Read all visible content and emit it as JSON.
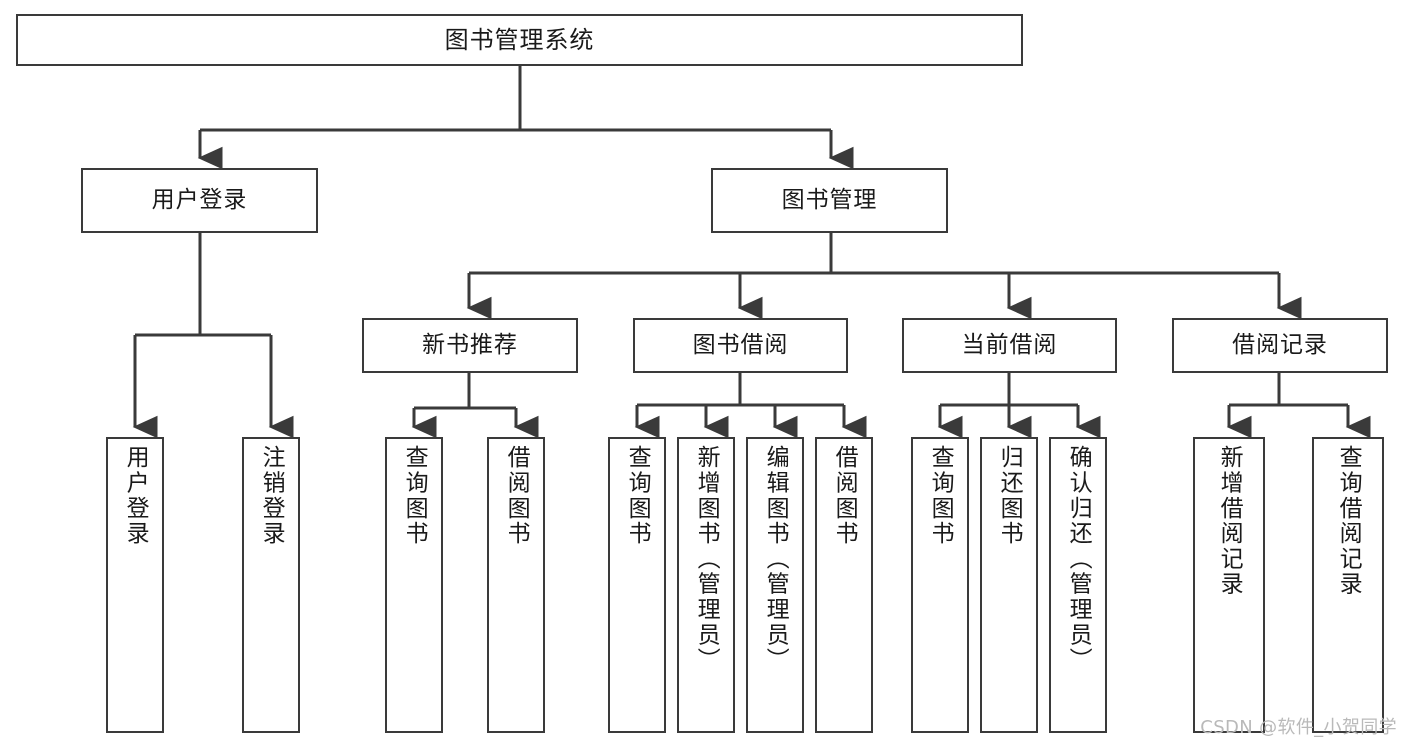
{
  "diagram": {
    "title": "图书管理系统",
    "watermark": "CSDN @软件_小贺同学",
    "colors": {
      "background": "#ffffff",
      "box_border": "#3a3a3a",
      "connector": "#3a3a3a",
      "text": "#1a1a1a",
      "watermark": "#b9b9b9"
    },
    "nodes": {
      "root": {
        "label": "图书管理系统"
      },
      "level2": [
        {
          "id": "user-login",
          "label": "用户登录"
        },
        {
          "id": "book-management",
          "label": "图书管理"
        }
      ],
      "level3": [
        {
          "id": "new-book-recommend",
          "label": "新书推荐"
        },
        {
          "id": "book-borrow",
          "label": "图书借阅"
        },
        {
          "id": "current-borrow",
          "label": "当前借阅"
        },
        {
          "id": "borrow-record",
          "label": "借阅记录"
        }
      ],
      "leaves": {
        "user_login": [
          {
            "id": "leaf-user-login",
            "label": "用户登录"
          },
          {
            "id": "leaf-logout",
            "label": "注销登录"
          }
        ],
        "new_book_recommend": [
          {
            "id": "leaf-query-book-1",
            "label": "查询图书"
          },
          {
            "id": "leaf-borrow-book-1",
            "label": "借阅图书"
          }
        ],
        "book_borrow": [
          {
            "id": "leaf-query-book-2",
            "label": "查询图书"
          },
          {
            "id": "leaf-add-book",
            "label": "新增图书（管理员）"
          },
          {
            "id": "leaf-edit-book",
            "label": "编辑图书（管理员）"
          },
          {
            "id": "leaf-borrow-book-2",
            "label": "借阅图书"
          }
        ],
        "current_borrow": [
          {
            "id": "leaf-query-book-3",
            "label": "查询图书"
          },
          {
            "id": "leaf-return-book",
            "label": "归还图书"
          },
          {
            "id": "leaf-confirm-return",
            "label": "确认归还（管理员）"
          }
        ],
        "borrow_record": [
          {
            "id": "leaf-add-record",
            "label": "新增借阅记录"
          },
          {
            "id": "leaf-query-record",
            "label": "查询借阅记录"
          }
        ]
      }
    }
  }
}
